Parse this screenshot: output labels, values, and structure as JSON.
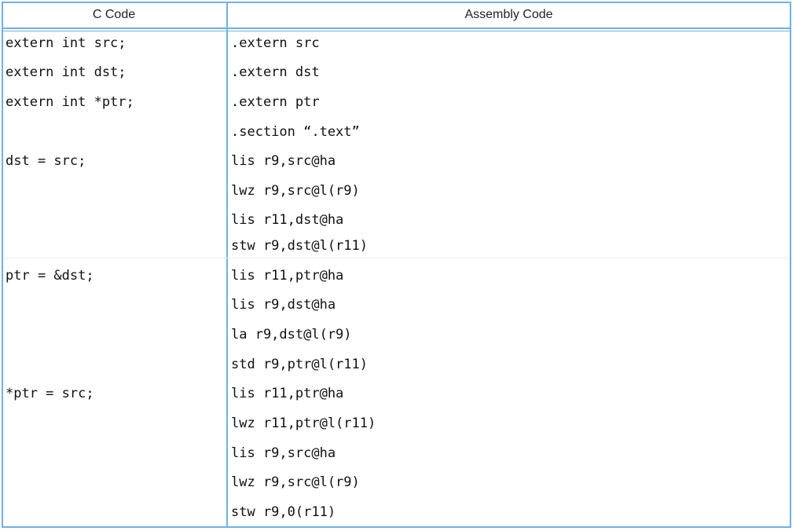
{
  "table": {
    "headers": {
      "c_code": "C Code",
      "assembly_code": "Assembly Code"
    },
    "c_code_lines": [
      "extern int src;",
      "extern int dst;",
      "extern int *ptr;",
      "dst = src;",
      "ptr = &dst;",
      "*ptr = src;"
    ],
    "assembly_lines": [
      ".extern src",
      ".extern dst",
      ".extern ptr",
      ".section “.text”",
      "lis r9,src@ha",
      "lwz r9,src@l(r9)",
      "lis r11,dst@ha",
      "stw r9,dst@l(r11)",
      "lis r11,ptr@ha",
      "lis r9,dst@ha",
      "la r9,dst@l(r9)",
      "std r9,ptr@l(r11)",
      "lis r11,ptr@ha",
      "lwz r11,ptr@l(r11)",
      "lis r9,src@ha",
      "lwz r9,src@l(r9)",
      "stw r9,0(r11)"
    ]
  },
  "colors": {
    "border": "#6fb1e4",
    "text": "#111111",
    "background": "#ffffff"
  }
}
